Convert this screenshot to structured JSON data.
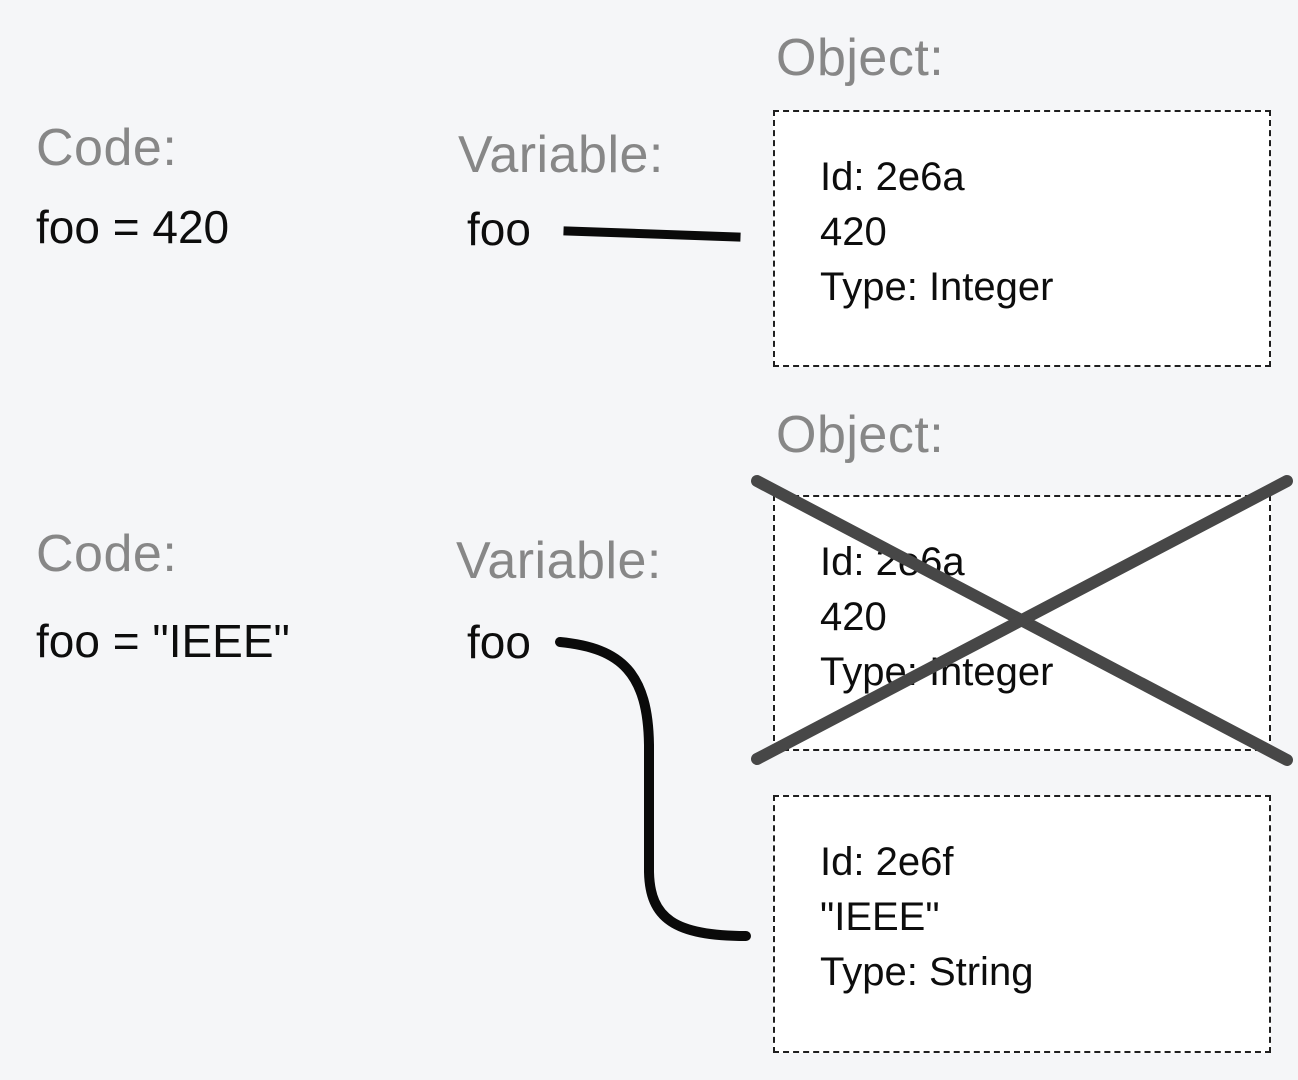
{
  "diagram": {
    "stage1": {
      "code_label": "Code:",
      "code_text": "foo = 420",
      "variable_label": "Variable:",
      "variable_name": "foo",
      "object_label": "Object:",
      "object": {
        "id_line": "Id: 2e6a",
        "value_line": "420",
        "type_line": "Type: Integer"
      }
    },
    "stage2": {
      "code_label": "Code:",
      "code_text": "foo = \"IEEE\"",
      "variable_label": "Variable:",
      "variable_name": "foo",
      "object_label": "Object:",
      "old_object": {
        "id_line": "Id: 2e6a",
        "value_line": "420",
        "type_line": "Type: Integer",
        "crossed_out": "true"
      },
      "new_object": {
        "id_line": "Id: 2e6f",
        "value_line": "\"IEEE\"",
        "type_line": "Type: String"
      }
    }
  },
  "colors": {
    "background": "#f5f6f8",
    "box_background": "#ffffff",
    "box_border": "#1f1f1f",
    "label_gray": "#878787",
    "text_black": "#0d0d0d",
    "reference_line": "#0a0a0a",
    "cross_out": "#474747"
  }
}
